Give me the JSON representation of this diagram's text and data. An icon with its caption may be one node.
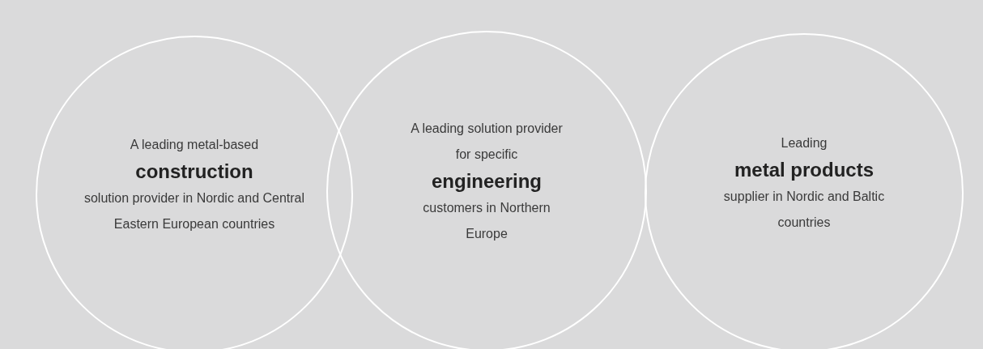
{
  "diagram": {
    "nodes": [
      {
        "text": [
          "A leading metal-based",
          "construction",
          "solution provider in Nordic and Central Eastern European countries"
        ]
      },
      {
        "text": [
          "A leading solution provider for specific",
          "engineering",
          "customers in Northern Europe"
        ]
      },
      {
        "text": [
          "Leading",
          "metal products",
          "supplier in Nordic and Baltic countries"
        ]
      }
    ]
  }
}
